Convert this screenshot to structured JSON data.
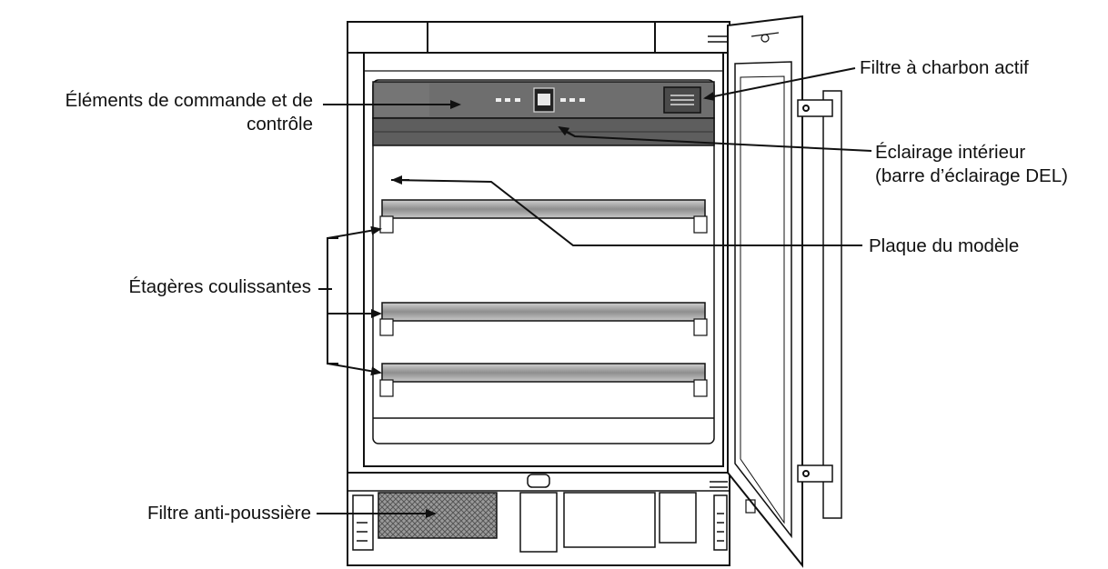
{
  "labels": {
    "control_elements": {
      "line1": "Éléments de commande et de",
      "line2": "contrôle"
    },
    "shelves": "Étagères coulissantes",
    "dust_filter": "Filtre anti-poussière",
    "charcoal_filter": "Filtre à charbon actif",
    "interior_light": {
      "line1": "Éclairage intérieur",
      "line2": "(barre d’éclairage DEL)"
    },
    "model_plate": "Plaque du modèle"
  },
  "colors": {
    "ink": "#111111",
    "control_panel": "#6e6e6e",
    "filter_mesh": "#8a8a8a",
    "shelf": "#b5b5b5"
  }
}
